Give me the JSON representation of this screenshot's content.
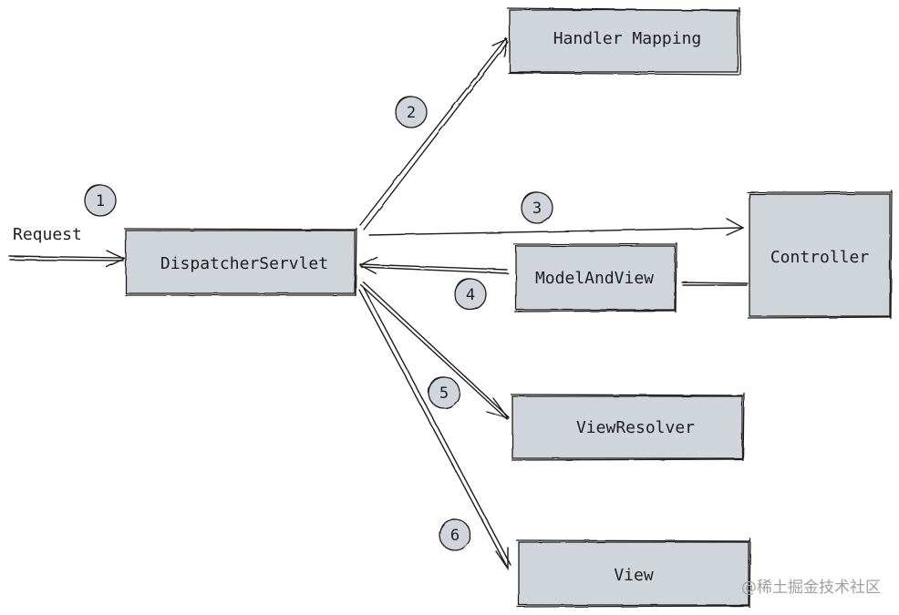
{
  "diagram": {
    "style": "hand-drawn",
    "colors": {
      "node_fill": "#d0d4db",
      "stroke": "#1e1e1e",
      "badge_fill": "#d0d4db",
      "watermark": "#a0a0a0"
    },
    "nodes": {
      "dispatcher": "DispatcherServlet",
      "handler_mapping": "Handler Mapping",
      "controller": "Controller",
      "model_and_view": "ModelAndView",
      "view_resolver": "ViewResolver",
      "view": "View"
    },
    "request_label": "Request",
    "steps": [
      "1",
      "2",
      "3",
      "4",
      "5",
      "6"
    ],
    "edges": [
      {
        "from": "Request",
        "to": "DispatcherServlet",
        "step": "1"
      },
      {
        "from": "DispatcherServlet",
        "to": "Handler Mapping",
        "step": "2"
      },
      {
        "from": "DispatcherServlet",
        "to": "Controller",
        "step": "3"
      },
      {
        "from": "ModelAndView",
        "to": "DispatcherServlet",
        "step": "4"
      },
      {
        "from": "DispatcherServlet",
        "to": "ViewResolver",
        "step": "5"
      },
      {
        "from": "DispatcherServlet",
        "to": "View",
        "step": "6"
      }
    ]
  },
  "watermark": "@稀土掘金技术社区"
}
